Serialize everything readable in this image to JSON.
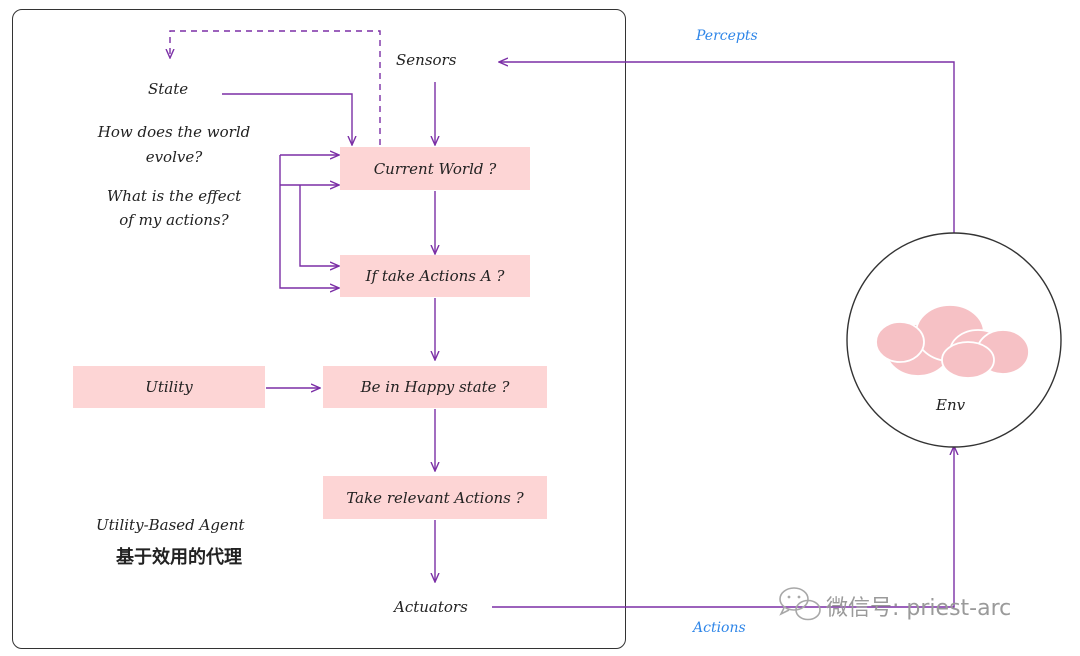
{
  "colors": {
    "arrow": "#7b2fa6",
    "box_fill": "#fdd5d5",
    "label_blue": "#2f86e8",
    "cloud": "#f6c1c5",
    "frame": "#333333"
  },
  "labels": {
    "sensors": "Sensors",
    "state": "State",
    "how_world_evolves_line1": "How does the world",
    "how_world_evolves_line2": "evolve?",
    "effect_actions_line1": "What is the effect",
    "effect_actions_line2": "of my actions?",
    "actuators": "Actuators",
    "agent_title_en": "Utility-Based Agent",
    "agent_title_zh": "基于效用的代理",
    "percepts": "Percepts",
    "actions": "Actions",
    "env": "Env"
  },
  "boxes": {
    "current_world": "Current World ?",
    "if_take_actions": "If take Actions A ?",
    "utility": "Utility",
    "happy_state": "Be in Happy state ?",
    "take_actions": "Take relevant Actions ?"
  },
  "watermark": {
    "text": "微信号: priest-arc",
    "icon": "wechat-icon"
  }
}
